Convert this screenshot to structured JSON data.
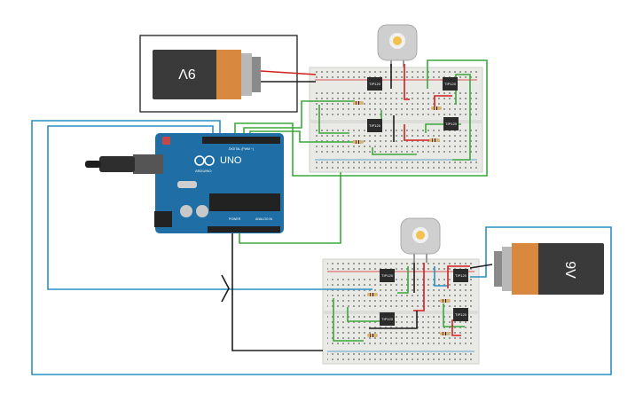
{
  "battery_top": {
    "label": "9V"
  },
  "battery_bottom": {
    "label": "9V"
  },
  "arduino": {
    "brand": "ARDUINO",
    "model": "UNO",
    "digital_label": "DIGITAL (PWM ~)",
    "power_label": "POWER",
    "analog_label": "ANALOG IN"
  },
  "transistors": [
    {
      "label": "TIP120"
    },
    {
      "label": "TIP120"
    },
    {
      "label": "TIP120"
    },
    {
      "label": "TIP120"
    },
    {
      "label": "TIP120"
    },
    {
      "label": "TIP120"
    },
    {
      "label": "TIP120"
    },
    {
      "label": "TIP120"
    }
  ],
  "colors": {
    "wire_black": "#1e1e1e",
    "wire_red": "#d21f1f",
    "wire_green": "#3ca83c",
    "wire_blue": "#2a8fc4",
    "arduino_board": "#1f6fa6",
    "battery_orange": "#d9883f",
    "breadboard": "#e9e9e6"
  }
}
